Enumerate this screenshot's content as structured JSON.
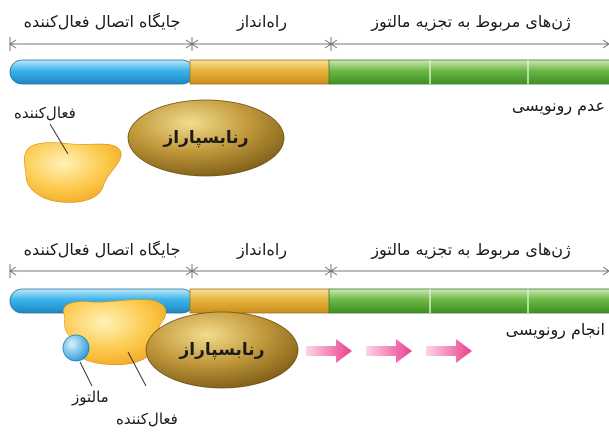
{
  "panels": [
    {
      "region_labels": {
        "activator_site": "جایگاه اتصال فعال‌کننده",
        "promoter": "راه‌انداز",
        "maltose_genes": "ژن‌های مربوط به تجزیه مالتوز"
      },
      "activator_label": "فعال‌کننده",
      "polymerase_label": "رنابسپاراز",
      "outcome": "عدم رونویسی"
    },
    {
      "region_labels": {
        "activator_site": "جایگاه اتصال فعال‌کننده",
        "promoter": "راه‌انداز",
        "maltose_genes": "ژن‌های مربوط به تجزیه مالتوز"
      },
      "maltose_label": "مالتوز",
      "activator_label": "فعال‌کننده",
      "polymerase_label": "رنابسپاراز",
      "outcome": "انجام رونویسی"
    }
  ],
  "colors": {
    "activator_site": "#3ab4ea",
    "promoter": "#e7b43c",
    "genes": "#6db845",
    "activator": "#fbbf36",
    "polymerase": "#a78327",
    "maltose": "#4fb3e8",
    "arrows": "#ef4f9a"
  }
}
